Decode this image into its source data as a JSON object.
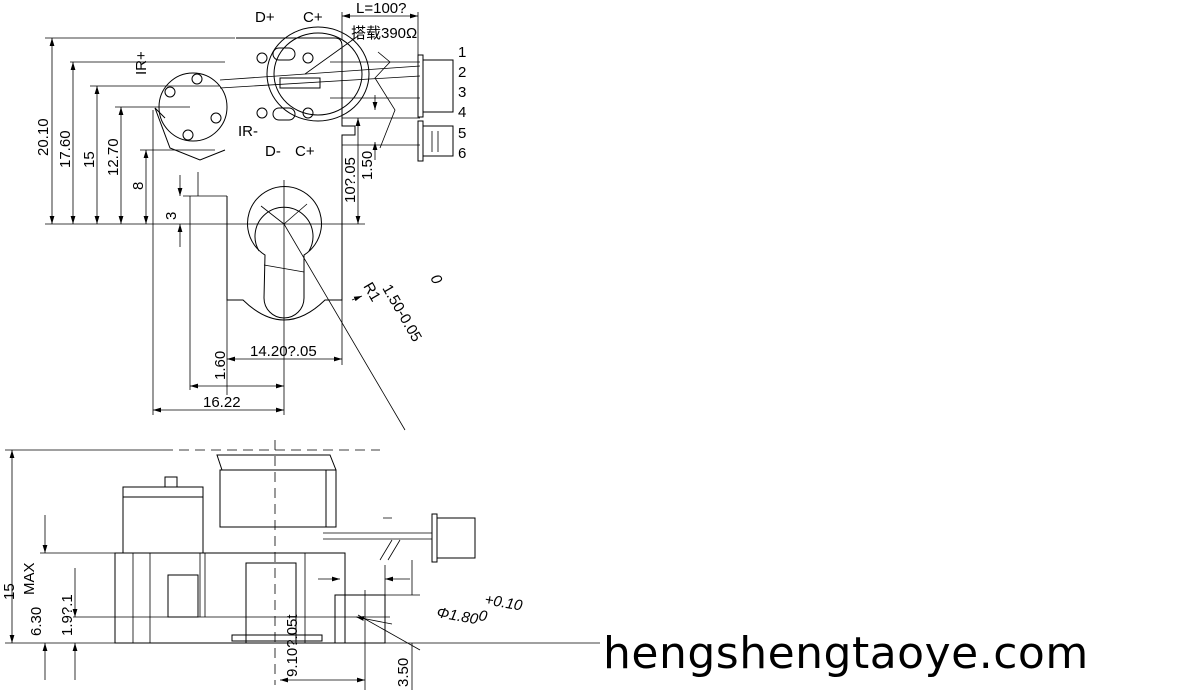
{
  "top_view": {
    "pins": {
      "d_plus": "D+",
      "c_plus": "C+",
      "d_minus": "D-",
      "c_minus": "C+",
      "ir_plus": "IR+",
      "ir_minus": "IR-"
    },
    "cable_length": "L=100?",
    "resistor_note": "搭载390Ω",
    "connector_pins": [
      "1",
      "2",
      "3",
      "4",
      "5",
      "6"
    ],
    "dimensions": {
      "h1": "20.10",
      "h2": "17.60",
      "h3": "15",
      "h4": "12.70",
      "h5": "8",
      "h6": "3",
      "offset": "10?.05",
      "pitch": "1.50",
      "radius_r": "R1",
      "radius_tol": "1.50-0.05",
      "radius_zero": "0",
      "width": "14.20?.05",
      "left_offset": "1.60",
      "overall": "16.22"
    }
  },
  "side_view": {
    "dimensions": {
      "height": "15",
      "height_note": "MAX",
      "base": "6.30",
      "step": "1.9?.1",
      "thickness": "9.10?.05t",
      "hole_depth": "3.50",
      "hole_dia": "Φ1.80",
      "tol_plus": "+0.10",
      "tol_zero": "0"
    }
  },
  "watermark": "hengshengtaoye.com"
}
